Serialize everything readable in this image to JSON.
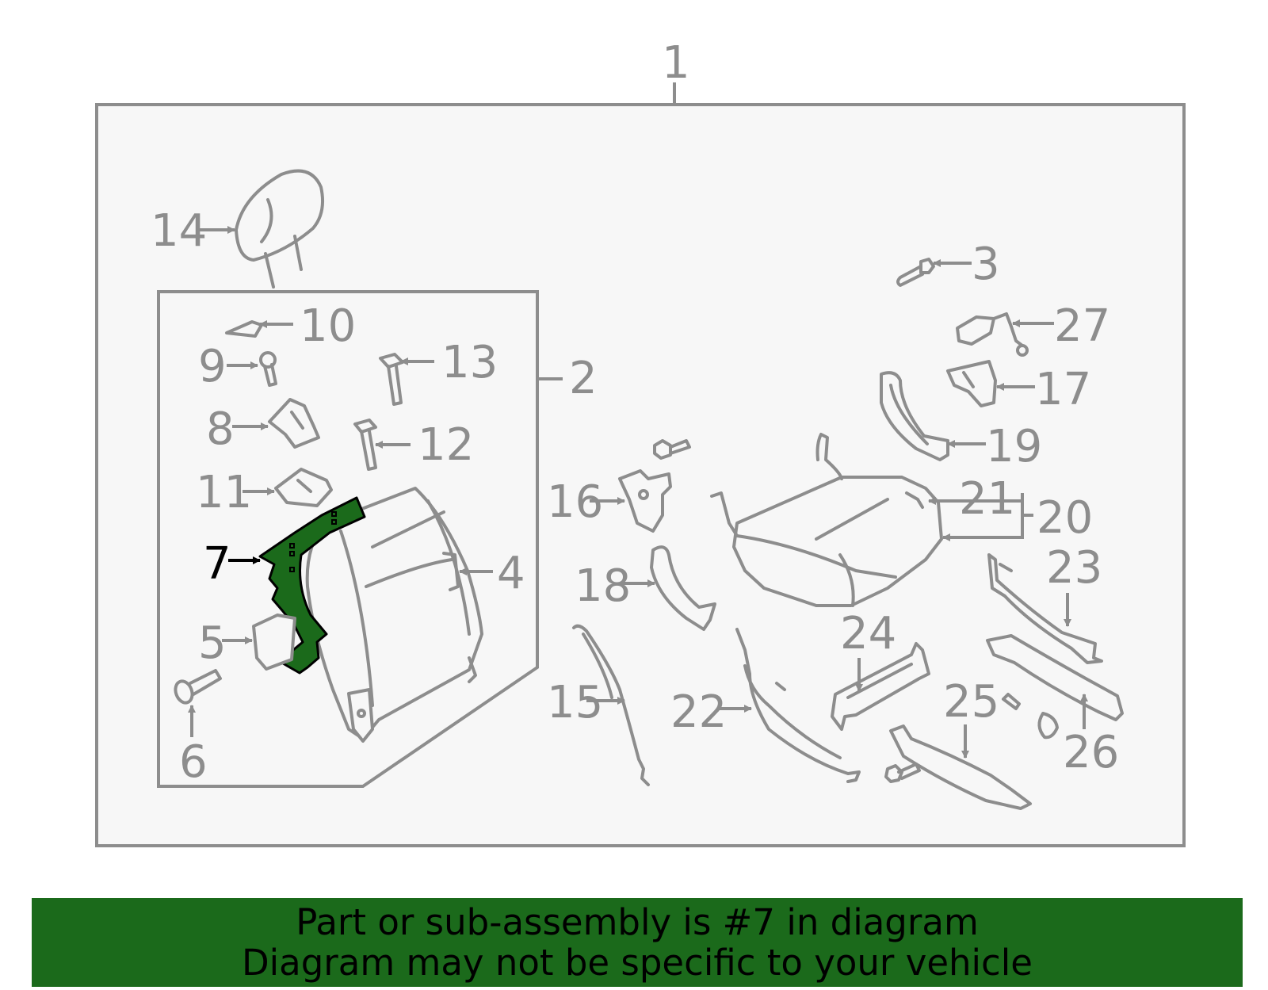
{
  "diagram": {
    "callouts": [
      "1",
      "2",
      "3",
      "4",
      "5",
      "6",
      "7",
      "8",
      "9",
      "10",
      "11",
      "12",
      "13",
      "14",
      "15",
      "16",
      "17",
      "18",
      "19",
      "20",
      "21",
      "22",
      "23",
      "24",
      "25",
      "26",
      "27"
    ],
    "highlighted_callout": "7",
    "colors": {
      "line": "#8d8d8d",
      "highlight": "#1b6a1b",
      "box_fill": "#f7f7f7"
    }
  },
  "banner": {
    "line1": "Part or sub-assembly is #7 in diagram",
    "line2": "Diagram may not be specific to your vehicle"
  }
}
